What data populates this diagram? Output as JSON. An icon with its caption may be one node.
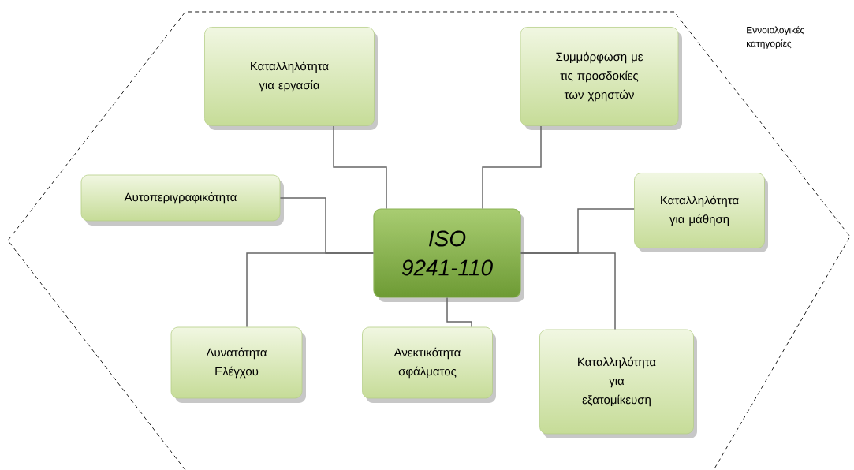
{
  "diagram": {
    "nodes": [
      {
        "text": [
          "Εννοιολογικές κατηγορίες"
        ]
      },
      {
        "text": [
          "Καταλληλότητα για εργασία"
        ],
        "in": 0
      },
      {
        "text": [
          "Συμμόρφωση με τις προσδοκίες των χρηστών"
        ],
        "in": 0
      },
      {
        "text": [
          "Αυτοπεριγραφικότητα"
        ],
        "in": 0
      },
      {
        "text": [
          "ISO 9241-110"
        ],
        "in": 0
      },
      {
        "text": [
          "Καταλληλότητα για μάθηση"
        ],
        "in": 0
      },
      {
        "text": [
          "Δυνατότητα Ελέγχου"
        ],
        "in": 0
      },
      {
        "text": [
          "Ανεκτικότητα σφάλματος"
        ],
        "in": 0
      },
      {
        "text": [
          "Καταλληλότητα για εξατομίκευση"
        ],
        "in": 0
      }
    ],
    "edges": [
      {
        "from": 4,
        "to": 1,
        "arrow": "none"
      },
      {
        "from": 4,
        "to": 2,
        "arrow": "none"
      },
      {
        "from": 4,
        "to": 3,
        "arrow": "none"
      },
      {
        "from": 4,
        "to": 5,
        "arrow": "none"
      },
      {
        "from": 4,
        "to": 6,
        "arrow": "none"
      },
      {
        "from": 4,
        "to": 7,
        "arrow": "none"
      },
      {
        "from": 4,
        "to": 8,
        "arrow": "none"
      }
    ]
  }
}
